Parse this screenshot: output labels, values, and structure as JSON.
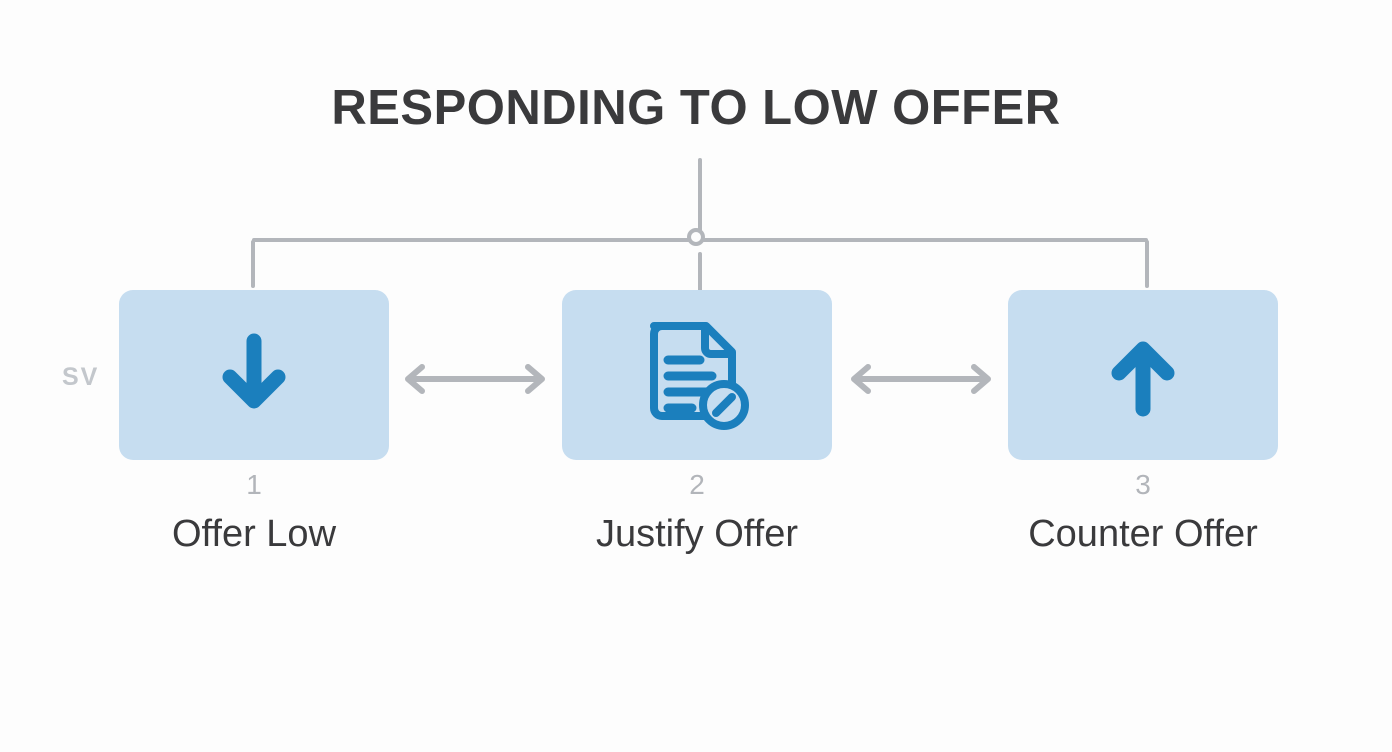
{
  "diagram": {
    "title": "RESPONDING TO LOW OFFER",
    "watermark": "SV",
    "colors": {
      "background": "#fdfdfd",
      "card_fill": "#c6ddf0",
      "icon_blue": "#1b7fbd",
      "connector_gray": "#b3b6bb",
      "title_text": "#3a3a3c",
      "number_text": "#b2b5ba"
    },
    "steps": [
      {
        "number": "1",
        "label": "Offer Low",
        "icon": "arrow-down-icon"
      },
      {
        "number": "2",
        "label": "Justify Offer",
        "icon": "document-edit-icon"
      },
      {
        "number": "3",
        "label": "Counter Offer",
        "icon": "arrow-up-icon"
      }
    ],
    "connectors": {
      "node": "junction-node",
      "between_arrows": [
        "bidirectional-arrow",
        "bidirectional-arrow"
      ]
    }
  }
}
